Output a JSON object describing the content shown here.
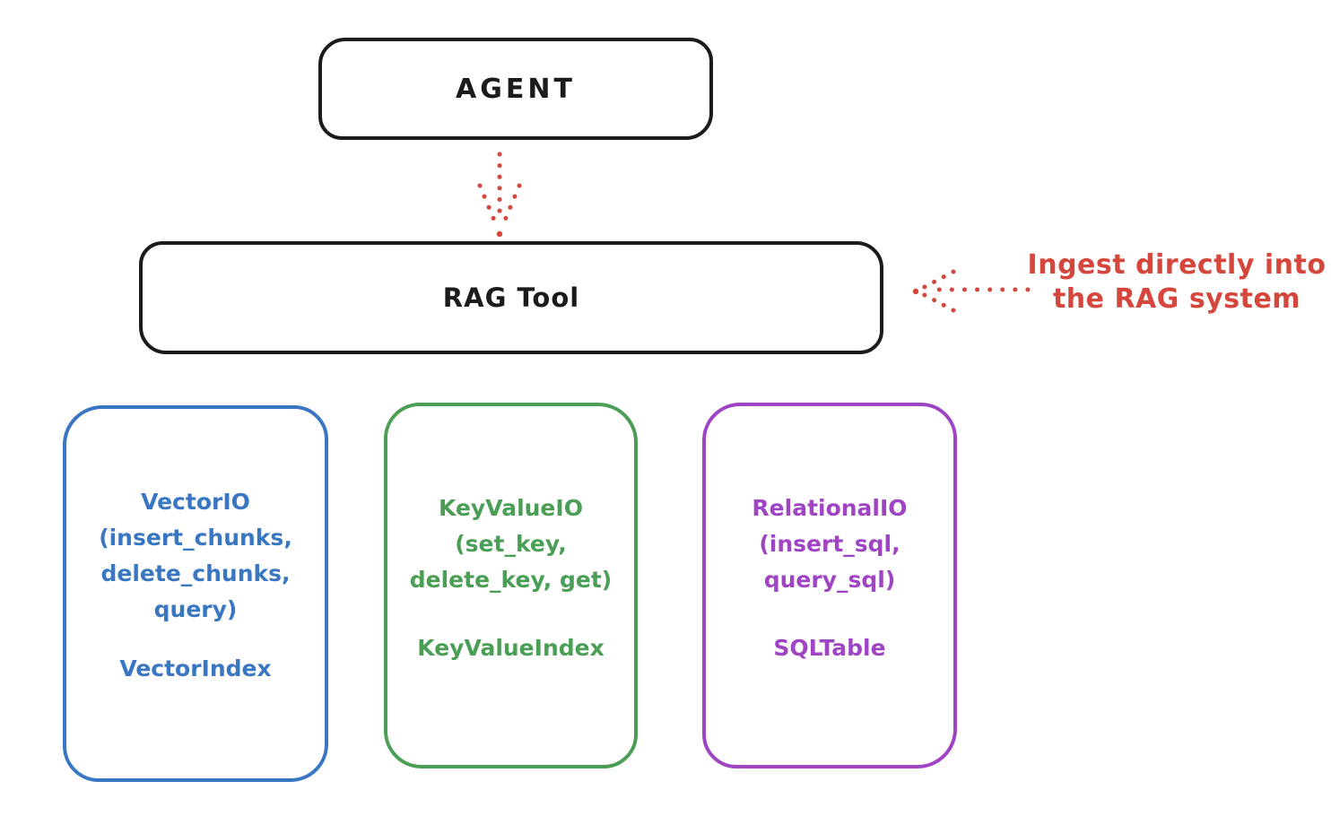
{
  "colors": {
    "background": "#ffffff",
    "ink": "#1b1b1b",
    "red": "#d5473c",
    "blue": "#3a77c2",
    "green": "#4b9e55",
    "purple": "#9f45c4"
  },
  "nodes": {
    "agent": {
      "label": "AGENT"
    },
    "rag_tool": {
      "label": "RAG Tool"
    },
    "vector_io": {
      "title": "VectorIO",
      "methods": [
        "(insert_chunks,",
        "delete_chunks,",
        "query)"
      ],
      "index": "VectorIndex"
    },
    "keyvalue_io": {
      "title": "KeyValueIO",
      "methods": [
        "(set_key,",
        "delete_key, get)"
      ],
      "index": "KeyValueIndex"
    },
    "relational_io": {
      "title": "RelationalIO",
      "methods": [
        "(insert_sql,",
        "query_sql)"
      ],
      "index": "SQLTable"
    }
  },
  "annotations": {
    "ingest_note": {
      "line1": "Ingest directly into",
      "line2": "the RAG system"
    }
  },
  "icons": {
    "agent_to_rag_arrow": "dotted-down-arrow",
    "ingest_arrow": "dotted-left-arrow"
  }
}
